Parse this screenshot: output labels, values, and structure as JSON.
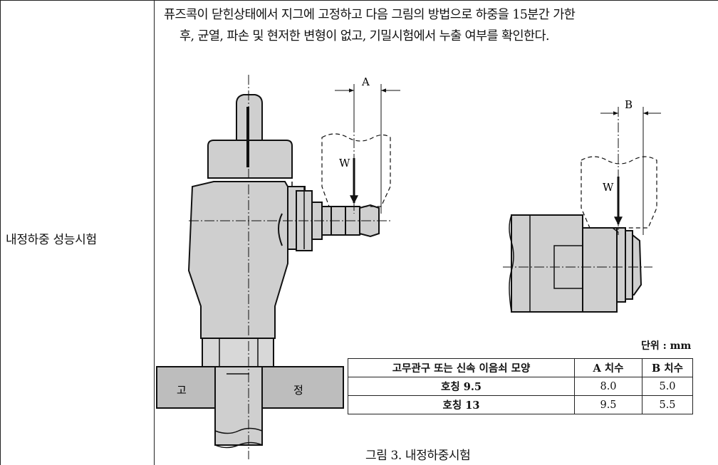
{
  "row_label": "내정하중 성능시험",
  "description": {
    "line1": "퓨즈콕이 닫힌상태에서 지그에 고정하고 다음 그림의 방법으로 하중을 15분간 가한",
    "line2": "후, 균열, 파손 및 현저한 변형이 없고, 기밀시험에서 누출 여부를 확인한다."
  },
  "figure": {
    "left_dim_label": "A",
    "right_dim_label": "B",
    "load_label": "W",
    "fixture_left": "고",
    "fixture_right": "정"
  },
  "unit": "단위 : mm",
  "table": {
    "headers": [
      "고무관구 또는 신속 이음쇠 모양",
      "A 치수",
      "B 치수"
    ],
    "rows": [
      [
        "호칭 9.5",
        "8.0",
        "5.0"
      ],
      [
        "호칭 13",
        "9.5",
        "5.5"
      ]
    ]
  },
  "caption": "그림 3. 내정하중시험"
}
